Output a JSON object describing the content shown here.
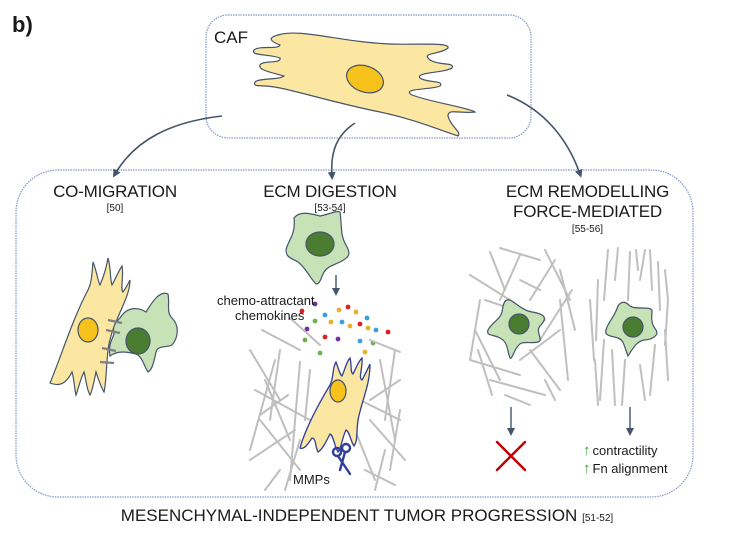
{
  "panel_label": "b)",
  "source": {
    "label": "CAF",
    "cell": "fibroblast-icon"
  },
  "pathways": [
    {
      "title": "CO-MIGRATION",
      "title_line2": "",
      "ref": "[50]"
    },
    {
      "title": "ECM DIGESTION",
      "title_line2": "",
      "ref": "[53-54]",
      "annotations": {
        "signal_label_line1": "chemo-attractant",
        "signal_label_line2": "chemokines",
        "enzyme_label": "MMPs"
      }
    },
    {
      "title": "ECM REMODELLING",
      "title_line2": "FORCE-MEDIATED",
      "ref": "[55-56]",
      "outcomes": {
        "random_matrix": "blocked-x-icon",
        "aligned_matrix_lines": [
          "contractility",
          "Fn alignment"
        ],
        "aligned_matrix_marker": "up-arrow-icon"
      }
    }
  ],
  "footer": {
    "title": "MESENCHYMAL-INDEPENDENT TUMOR PROGRESSION",
    "ref": "[51-52]"
  },
  "colors": {
    "caf_fill": "#fbe7a1",
    "caf_nucleus": "#f8c21c",
    "tumor_fill": "#c7e2b6",
    "tumor_nucleus": "#4a7d32",
    "outline": "#44546a",
    "box_border": "#8497c4",
    "ecm_fiber": "#bfbfbf",
    "x_mark": "#c00000",
    "up_arrow": "#3aa035",
    "scissors": "#2f3f99"
  }
}
